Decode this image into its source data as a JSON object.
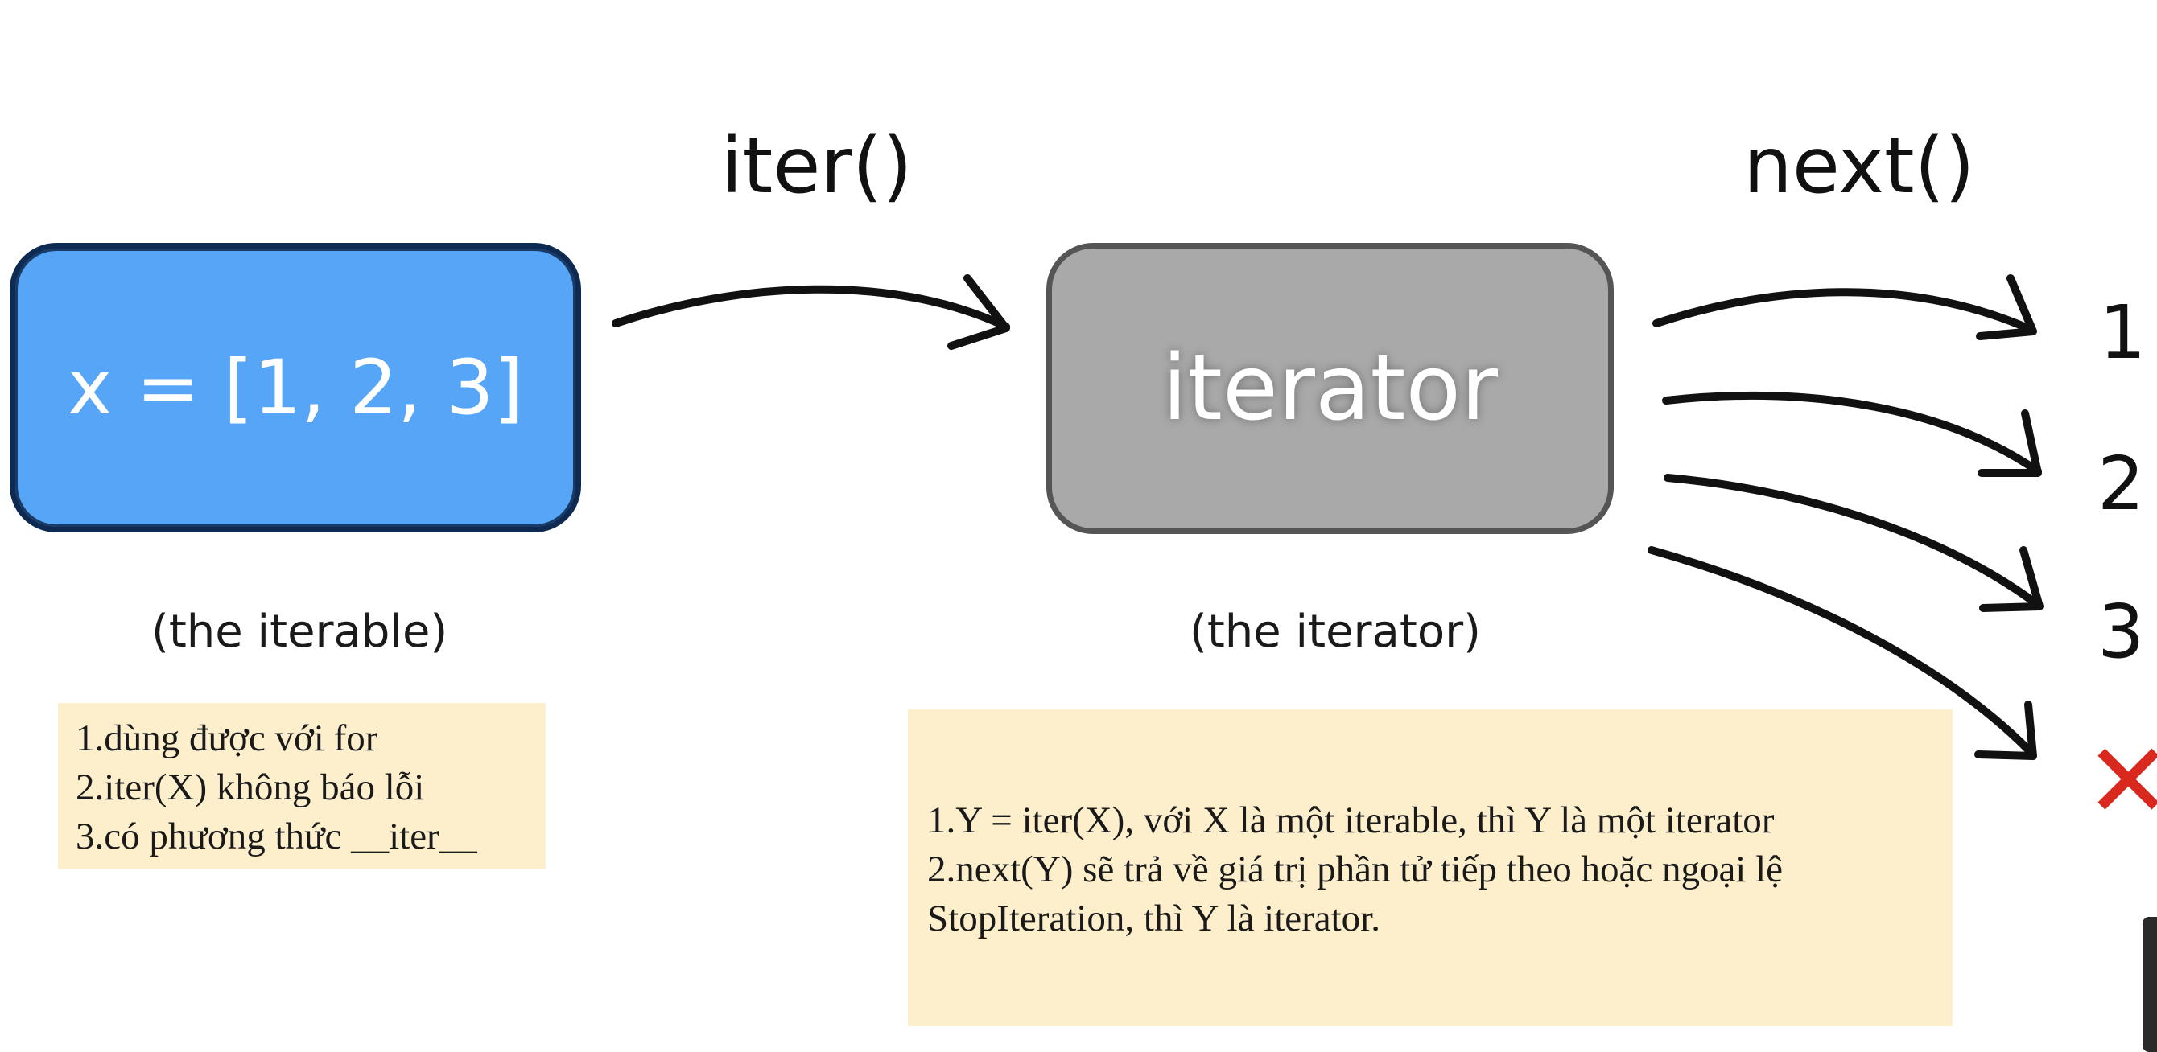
{
  "labels": {
    "iter_func": "iter()",
    "next_func": "next()"
  },
  "boxes": {
    "iterable": {
      "text": "x = [1, 2, 3]",
      "caption": "(the iterable)",
      "color": "#56a5f6"
    },
    "iterator": {
      "text": "iterator",
      "caption": "(the iterator)",
      "color": "#a9a9a9"
    }
  },
  "results": [
    "1",
    "2",
    "3"
  ],
  "stop_mark": "✕",
  "stop_color": "#d9281e",
  "notes": {
    "iterable_lines": [
      "1.dùng được với for",
      "2.iter(X) không báo lỗi",
      "3.có phương thức __iter__"
    ],
    "iterator_lines": [
      "1.Y = iter(X), với X là một iterable, thì Y là một iterator",
      "2.next(Y) sẽ trả về giá trị phần tử tiếp theo hoặc ngoại lệ",
      "StopIteration, thì Y là iterator."
    ],
    "background": "#fdefcb"
  }
}
